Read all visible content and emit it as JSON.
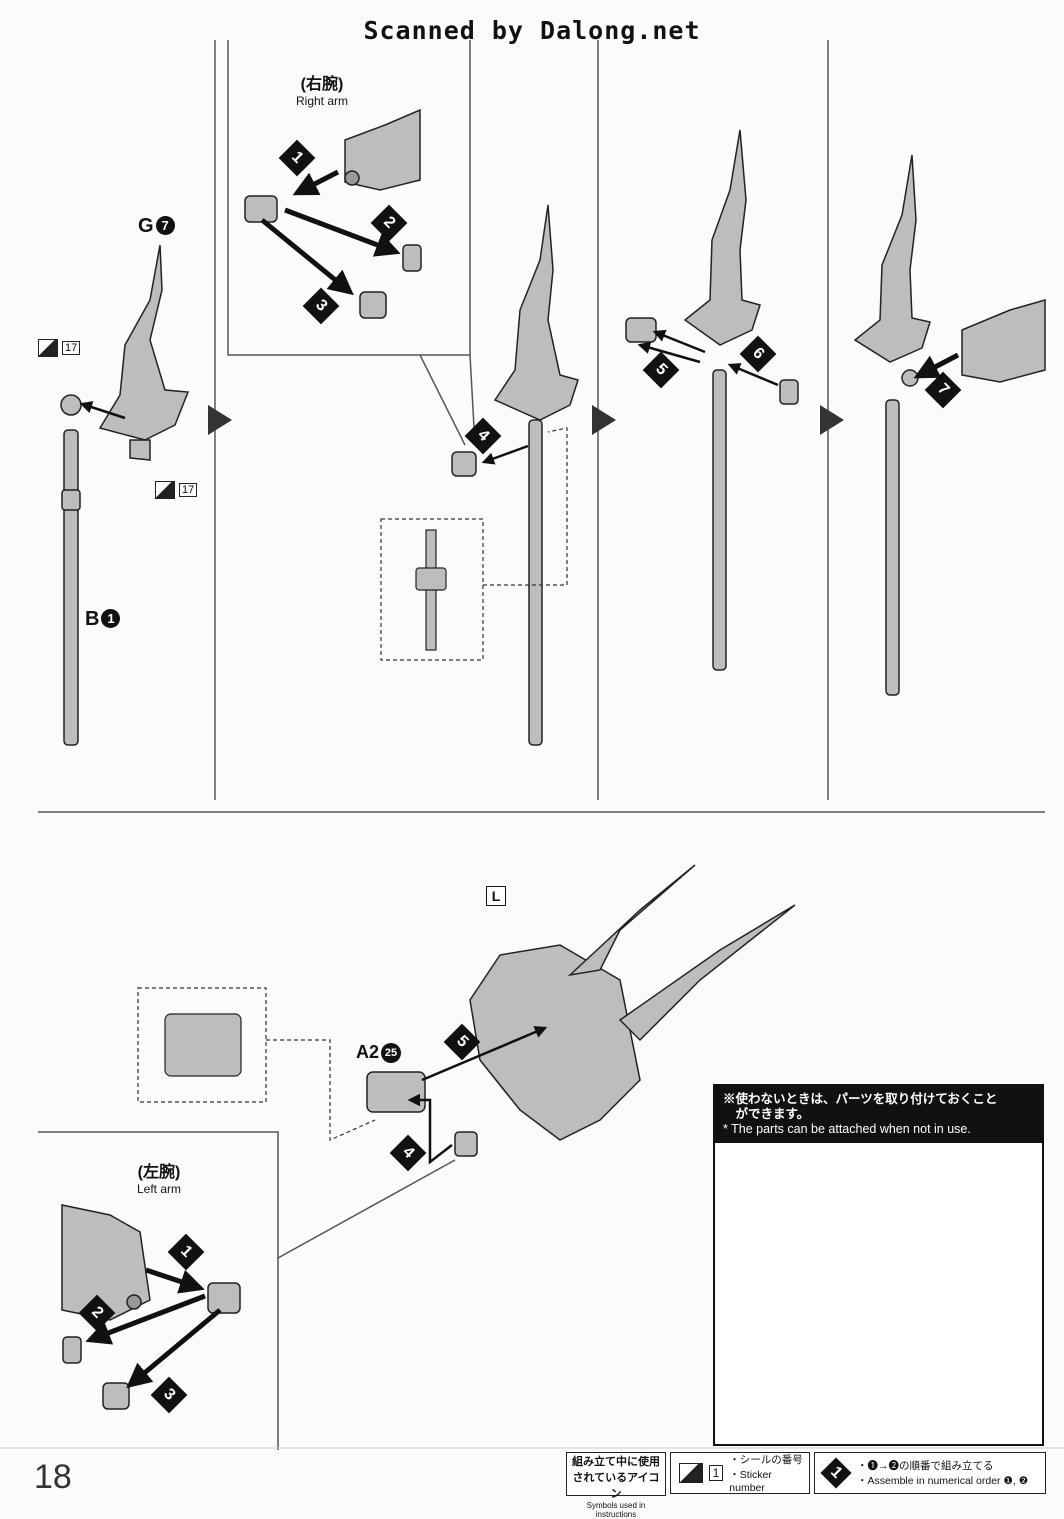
{
  "header": {
    "watermark": "Scanned by Dalong.net"
  },
  "step_top": {
    "part_sword": "G",
    "part_sword_num": "7",
    "part_shaft": "B",
    "part_shaft_num": "1",
    "sticker_num": "17",
    "callout_right_jp": "(右腕)",
    "callout_right_en": "Right arm",
    "order_labels": [
      "1",
      "2",
      "3",
      "4",
      "5",
      "6",
      "7"
    ]
  },
  "step_bottom": {
    "part_letter": "L",
    "part_a2": "A2",
    "part_a2_num": "25",
    "callout_left_jp": "(左腕)",
    "callout_left_en": "Left arm",
    "order_labels": [
      "1",
      "2",
      "3",
      "4",
      "5"
    ]
  },
  "note": {
    "jp_line1": "※使わないときは、パーツを取り付けておくこと",
    "jp_line2": "　ができます。",
    "en": "* The parts can be attached when not in use."
  },
  "footer": {
    "page_number": "18",
    "icons_title_jp_1": "組み立て中に使用",
    "icons_title_jp_2": "されているアイコン",
    "icons_title_en": "Symbols used in instructions",
    "sticker_jp": "・シールの番号",
    "sticker_en": "・Sticker number",
    "sticker_sample": "1",
    "order_jp": "・❶→❷の順番で組み立てる",
    "order_en": "・Assemble in numerical order ❶, ❷",
    "order_sample": "1"
  }
}
